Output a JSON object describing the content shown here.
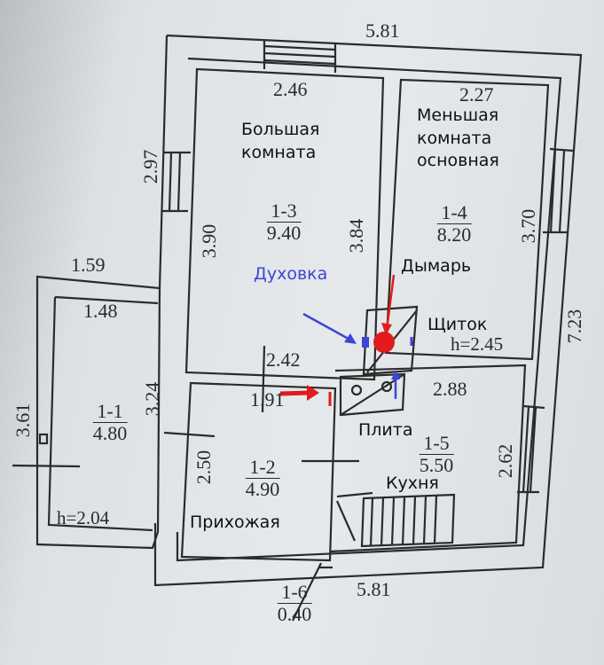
{
  "plan": {
    "overall_top": "5.81",
    "overall_bottom": "5.81",
    "overall_right": "7.23",
    "top_left_wall": "2.97",
    "annex_top": "1.59",
    "annex_left": "3.61",
    "rooms": {
      "r13": {
        "code": "1-3",
        "area": "9.40",
        "width": "2.46",
        "height": "3.90",
        "label": "Большая\nкомната"
      },
      "r14": {
        "code": "1-4",
        "area": "8.20",
        "width": "2.27",
        "height": "3.70",
        "label": "Меньшая\nкомната\nосновная"
      },
      "r11": {
        "code": "1-1",
        "area": "4.80",
        "width": "1.48",
        "height": "3.24",
        "ceiling": "h=2.04"
      },
      "r12": {
        "code": "1-2",
        "area": "4.90",
        "width": "2.42",
        "height": "2.50",
        "extra": "1.91",
        "label": "Прихожая"
      },
      "r15": {
        "code": "1-5",
        "area": "5.50",
        "width": "2.88",
        "height": "2.62",
        "ceiling": "h=2.45",
        "label": "Кухня"
      },
      "r16": {
        "code": "1-6",
        "area": "0.40"
      }
    },
    "hall_dim": "3.84"
  },
  "annotations": {
    "oven": "Духовка",
    "chimney": "Дымарь",
    "panel": "Щиток",
    "stove": "Плита"
  },
  "colors": {
    "wall": "#2b2b2b",
    "marker_red": "#e11b1b",
    "marker_blue": "#3d45d6"
  }
}
